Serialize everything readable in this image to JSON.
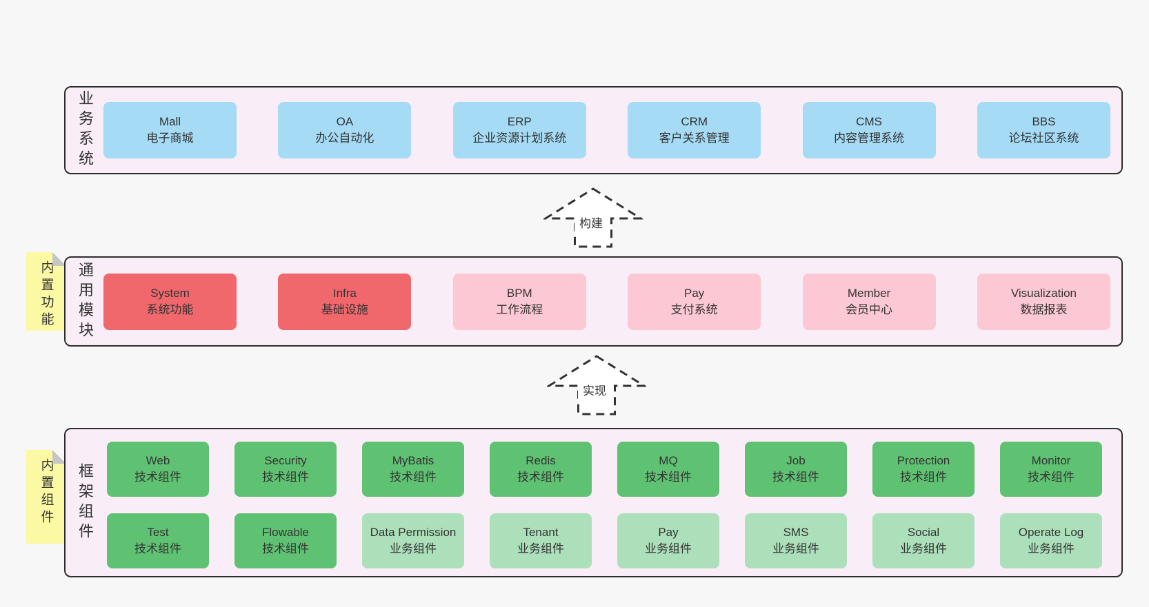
{
  "colors": {
    "page_bg": "#f7f7f7",
    "panel_bg": "#f9eef7",
    "panel_border": "#2d2d2d",
    "blue": "#a5dbf5",
    "red": "#f0686c",
    "pink": "#fbc8d3",
    "green_dark": "#5fc272",
    "green_light": "#abe0ba",
    "sticky_yellow": "#fcf9a5",
    "sticky_fold": "#c6c6c6",
    "text": "#333333",
    "arrow_fill": "#ffffff"
  },
  "arrows": {
    "build": "构建",
    "implement": "实现"
  },
  "sections": {
    "business": {
      "label": "业务系统",
      "boxes": [
        {
          "title": "Mall",
          "subtitle": "电子商城"
        },
        {
          "title": "OA",
          "subtitle": "办公自动化"
        },
        {
          "title": "ERP",
          "subtitle": "企业资源计划系统"
        },
        {
          "title": "CRM",
          "subtitle": "客户关系管理"
        },
        {
          "title": "CMS",
          "subtitle": "内容管理系统"
        },
        {
          "title": "BBS",
          "subtitle": "论坛社区系统"
        }
      ]
    },
    "modules": {
      "label": "通用模块",
      "sticky": "内置功能",
      "boxes": [
        {
          "title": "System",
          "subtitle": "系统功能"
        },
        {
          "title": "Infra",
          "subtitle": "基础设施"
        },
        {
          "title": "BPM",
          "subtitle": "工作流程"
        },
        {
          "title": "Pay",
          "subtitle": "支付系统"
        },
        {
          "title": "Member",
          "subtitle": "会员中心"
        },
        {
          "title": "Visualization",
          "subtitle": "数据报表"
        }
      ]
    },
    "components": {
      "label": "框架组件",
      "sticky": "内置组件",
      "rows": [
        [
          {
            "title": "Web",
            "subtitle": "技术组件"
          },
          {
            "title": "Security",
            "subtitle": "技术组件"
          },
          {
            "title": "MyBatis",
            "subtitle": "技术组件"
          },
          {
            "title": "Redis",
            "subtitle": "技术组件"
          },
          {
            "title": "MQ",
            "subtitle": "技术组件"
          },
          {
            "title": "Job",
            "subtitle": "技术组件"
          },
          {
            "title": "Protection",
            "subtitle": "技术组件"
          },
          {
            "title": "Monitor",
            "subtitle": "技术组件"
          }
        ],
        [
          {
            "title": "Test",
            "subtitle": "技术组件"
          },
          {
            "title": "Flowable",
            "subtitle": "技术组件"
          },
          {
            "title": "Data Permission",
            "subtitle": "业务组件"
          },
          {
            "title": "Tenant",
            "subtitle": "业务组件"
          },
          {
            "title": "Pay",
            "subtitle": "业务组件"
          },
          {
            "title": "SMS",
            "subtitle": "业务组件"
          },
          {
            "title": "Social",
            "subtitle": "业务组件"
          },
          {
            "title": "Operate Log",
            "subtitle": "业务组件"
          }
        ]
      ]
    }
  }
}
